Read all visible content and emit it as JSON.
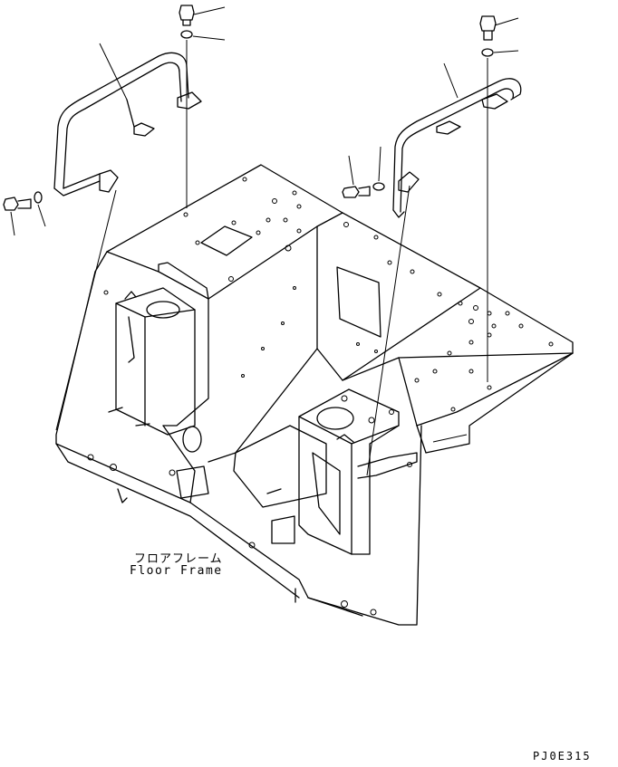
{
  "labels": {
    "part_name_jp": "フロアフレーム",
    "part_name_en": "Floor Frame",
    "drawing_code": "PJ0E315"
  }
}
